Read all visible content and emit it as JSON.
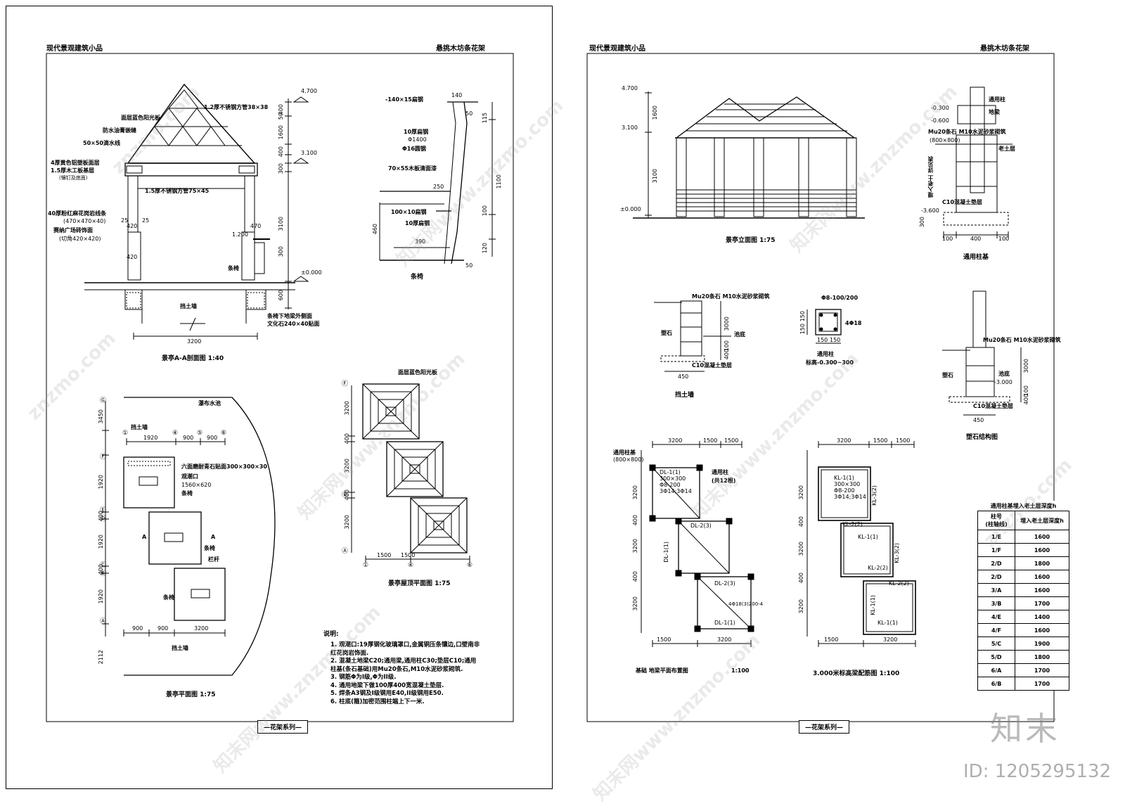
{
  "left_sheet": {
    "header_left": "现代景观建筑小品",
    "header_right": "悬挑木坊条花架",
    "footer": "—花架系列—",
    "section": {
      "title": "景亭A-A剖面图  1:40",
      "notes": [
        "1.2厚不锈钢方管38×38",
        "面层蓝色阳光板",
        "防水油膏嵌缝",
        "50×50滴水线",
        "4厚黄色铝塑板面层",
        "1.5厚木工板基层",
        "(镶钉及底面)",
        "1.5厚不锈钢方管75×45",
        "40厚粉红麻花岗岩线条",
        "(470×470×40)",
        "赛纳广场砖饰面",
        "(切角420×420)",
        "条椅",
        "挡土墙",
        "条椅下地梁外侧面",
        "文化石240×40贴面"
      ],
      "dims": [
        "4.700",
        "3.100",
        "1.200",
        "±0.000",
        "400",
        "1600",
        "400",
        "300",
        "3100",
        "600",
        "3200",
        "470",
        "420",
        "25",
        "25",
        "420",
        "50",
        "300"
      ]
    },
    "bench": {
      "title": "条椅",
      "notes": [
        "-140×15扁钢",
        "10厚扁钢",
        "Φ1400",
        "Φ16圆钢",
        "70×55木板清面漆",
        "100×10扁钢",
        "10厚扁钢"
      ],
      "dims": [
        "140",
        "250",
        "390",
        "460",
        "50",
        "115",
        "1100",
        "100",
        "120",
        "50"
      ]
    },
    "plan": {
      "title": "景亭平面图  1:75",
      "notes": [
        "瀑布水池",
        "挡土墙",
        "六面磨耐青石贴面300×300×30",
        "观潮口",
        "1560×620",
        "条椅",
        "条椅",
        "栏杆",
        "条椅",
        "挡土墙",
        "A",
        "A"
      ],
      "dims": [
        "3450",
        "1920",
        "900",
        "900",
        "1920",
        "400",
        "1920",
        "400",
        "1920",
        "2112",
        "900",
        "900",
        "3200"
      ],
      "axes": [
        "①",
        "④",
        "⑤",
        "⑥",
        "Ⓖ",
        "Ⓕ",
        "Ⓔ",
        "Ⓓ",
        "Ⓒ",
        "Ⓑ",
        "Ⓐ"
      ]
    },
    "roof": {
      "title": "景亭屋顶平面图  1:75",
      "notes": [
        "面层蓝色阳光板"
      ],
      "dims": [
        "3200",
        "400",
        "3200",
        "400",
        "3200",
        "1500",
        "1500"
      ],
      "axes": [
        "Ⓕ",
        "Ⓓ",
        "Ⓐ",
        "①",
        "④",
        "⑥"
      ]
    },
    "explain": {
      "title": "说明:",
      "lines": [
        "1. 观潮口:19厚钢化玻璃罩口,金属铜压条镶边,口壁南非",
        "    红花岗岩饰面.",
        "2. 混凝土地梁C20;通用梁,通用柱C30;垫层C10;通用",
        "    柱基(条石基础)用Mu20条石,M10水泥砂浆砌筑.",
        "3.   钢筋Φ为I级,Φ为II级.",
        "4.   通用地梁下做100厚400宽混凝土垫层.",
        "5.   焊条A3钢及I级钢用E40,II级钢用E50.",
        "6.   柱底(箍)加密范围柱端上下一米."
      ]
    }
  },
  "right_sheet": {
    "header_left": "现代景观建筑小品",
    "header_right": "悬挑木坊条花架",
    "footer": "—花架系列—",
    "elevation": {
      "title": "景亭立面图  1:75",
      "dims": [
        "4.700",
        "3.100",
        "±0.000",
        "1600",
        "3100"
      ]
    },
    "column_base": {
      "title": "通用柱基",
      "notes": [
        "通用柱",
        "地梁",
        "Mu20条石 M10水泥砂浆砌筑",
        "(800×800)",
        "老土层",
        "埋入老土 详见表",
        "C10混凝土垫层"
      ],
      "dims": [
        "-0.300",
        "-0.600",
        "-3.600",
        "300",
        "100",
        "400",
        "100"
      ]
    },
    "retaining": {
      "title": "挡土墙",
      "notes": [
        "Mu20条石 M10水泥砂浆砌筑",
        "塑石",
        "池底",
        "C10混凝土垫层"
      ],
      "dims": [
        "3000",
        "100",
        "400",
        "450"
      ]
    },
    "column": {
      "title": "通用柱",
      "subtitle": "标高-0.300~300",
      "notes": [
        "Φ8-100/200",
        "4Φ18"
      ],
      "dims": [
        "150",
        "150",
        "150",
        "150"
      ]
    },
    "rock": {
      "title": "塑石结构图",
      "notes": [
        "Mu20条石 M10水泥砂浆砌筑",
        "塑石",
        "池底",
        "-3.000",
        "C10混凝土垫层"
      ],
      "dims": [
        "3000",
        "100",
        "400",
        "450"
      ]
    },
    "foundation": {
      "title": "基础 地梁平面布置图",
      "scale": "1:100",
      "notes": [
        "通用柱基",
        "(800×800)",
        "通用柱",
        "(共12根)",
        "DL-1(1)",
        "300×300",
        "Φ8-200",
        "3Φ14;3Φ14",
        "DL-2(3)",
        "DL-1(1)",
        "DL-2(3)",
        "DL-1(1)",
        "4Φ18(3)200-4"
      ],
      "dims": [
        "3200",
        "1500",
        "1500",
        "3200",
        "400",
        "3200",
        "400",
        "3200",
        "1500",
        "3200"
      ]
    },
    "beam": {
      "title": "3.000米标高梁配筋图  1:100",
      "notes": [
        "KL-1(1)",
        "300×300",
        "Φ8-200",
        "3Φ14;3Φ14",
        "KL-3(2)",
        "KL-2(2)",
        "KL-1(1)",
        "KL-3(2)",
        "KL-2(2)",
        "KL-2(2)",
        "KL-1(1)",
        "KL-1(1)"
      ],
      "dims": [
        "3200",
        "1500",
        "1500",
        "3200",
        "400",
        "3200",
        "400",
        "3200",
        "1500",
        "3200"
      ]
    },
    "table": {
      "caption": "通用柱基埋入老土层深度h",
      "col1": "柱号\n(柱轴线)",
      "col2": "埋入老土层深度h",
      "rows": [
        [
          "1/E",
          "1600"
        ],
        [
          "1/F",
          "1600"
        ],
        [
          "2/D",
          "1800"
        ],
        [
          "2/D",
          "1600"
        ],
        [
          "3/A",
          "1600"
        ],
        [
          "3/B",
          "1700"
        ],
        [
          "4/E",
          "1400"
        ],
        [
          "4/F",
          "1600"
        ],
        [
          "5/C",
          "1900"
        ],
        [
          "5/D",
          "1800"
        ],
        [
          "6/A",
          "1700"
        ],
        [
          "6/B",
          "1700"
        ]
      ]
    }
  },
  "watermark": {
    "text": "znzmo.com",
    "cn": "知末网www.znzmo.com"
  },
  "brand": {
    "logo": "知末",
    "id": "ID: 1205295132"
  }
}
